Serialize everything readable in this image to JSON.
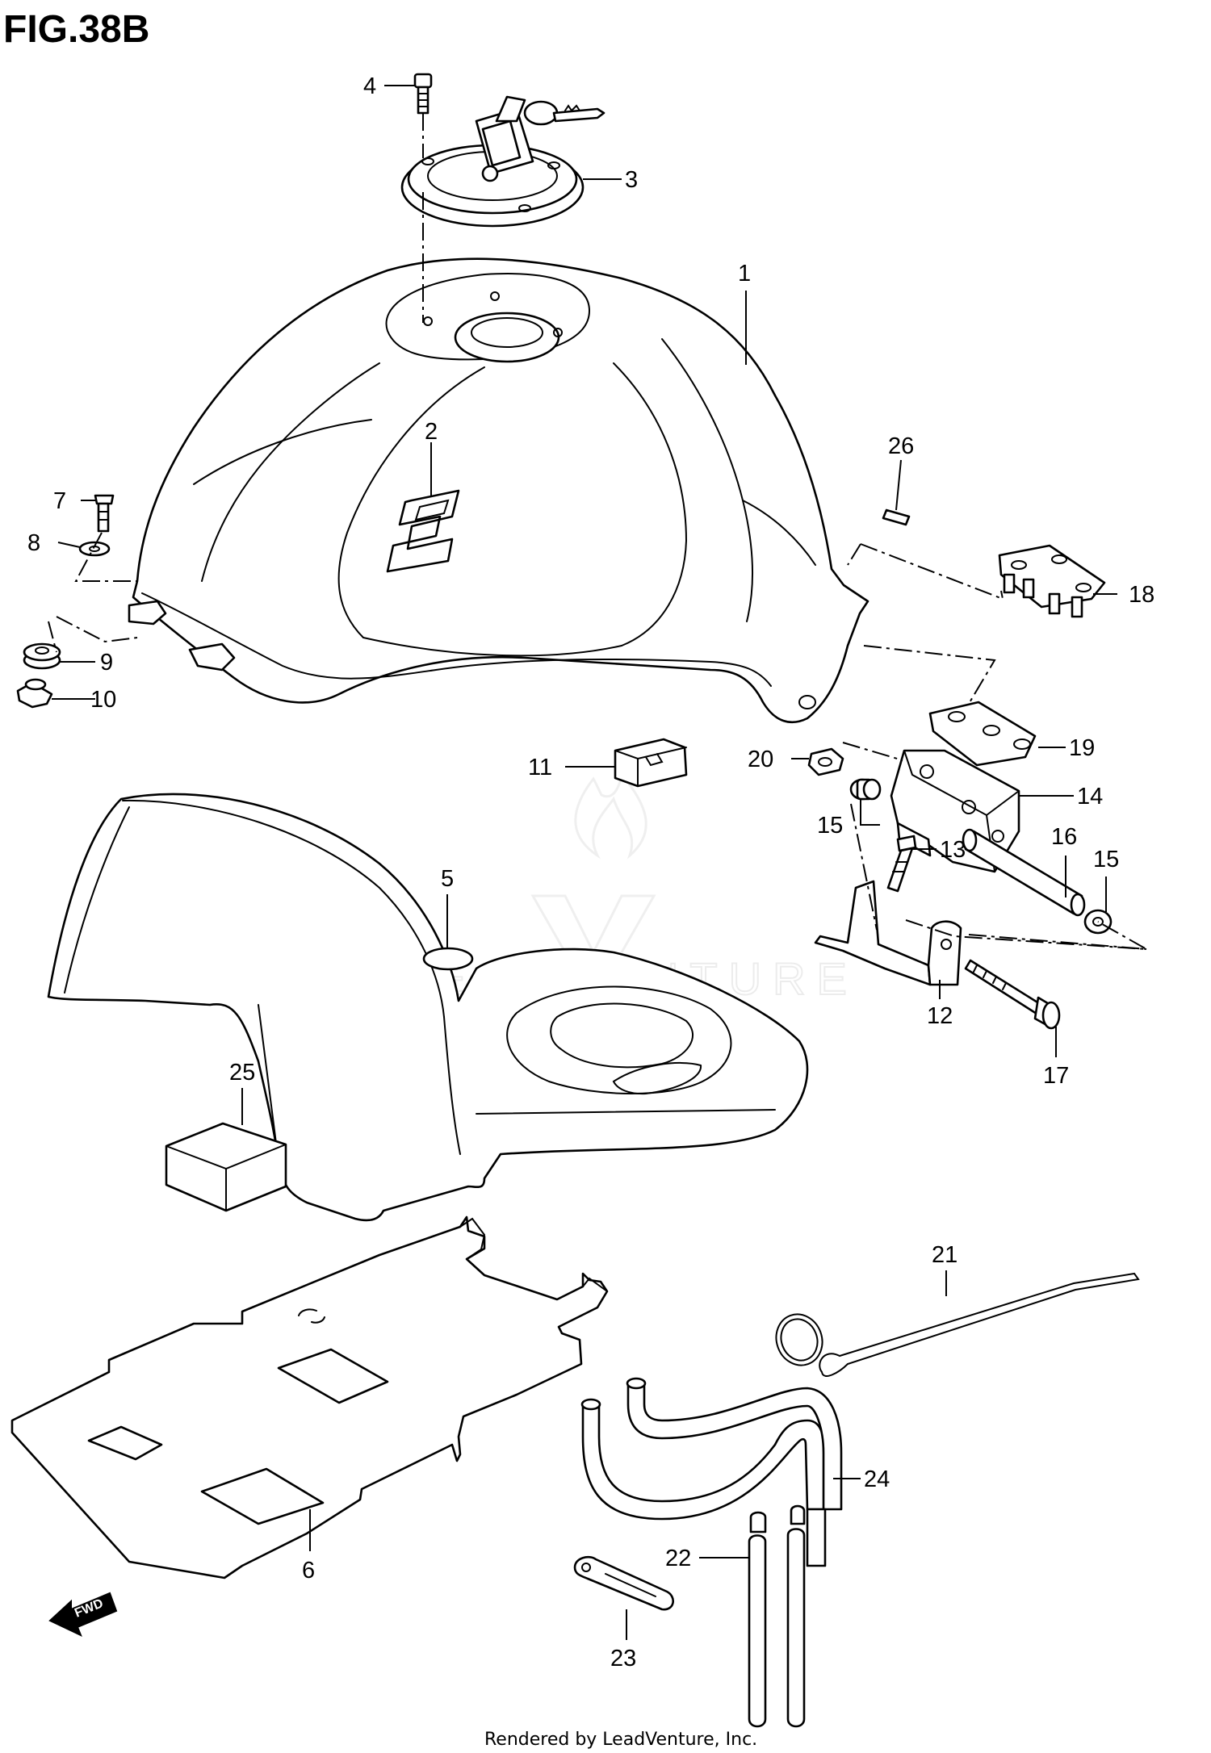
{
  "figure": {
    "title": "FIG.38B",
    "footer": "Rendered by LeadVenture, Inc.",
    "watermark": "LEADVENTURE",
    "fwd_label": "FWD"
  },
  "callouts": [
    {
      "id": "c1",
      "label": "1"
    },
    {
      "id": "c2",
      "label": "2"
    },
    {
      "id": "c3",
      "label": "3"
    },
    {
      "id": "c4",
      "label": "4"
    },
    {
      "id": "c5",
      "label": "5"
    },
    {
      "id": "c6",
      "label": "6"
    },
    {
      "id": "c7",
      "label": "7"
    },
    {
      "id": "c8",
      "label": "8"
    },
    {
      "id": "c9",
      "label": "9"
    },
    {
      "id": "c10",
      "label": "10"
    },
    {
      "id": "c11",
      "label": "11"
    },
    {
      "id": "c12",
      "label": "12"
    },
    {
      "id": "c13",
      "label": "13"
    },
    {
      "id": "c14",
      "label": "14"
    },
    {
      "id": "c15a",
      "label": "15"
    },
    {
      "id": "c15b",
      "label": "15"
    },
    {
      "id": "c16",
      "label": "16"
    },
    {
      "id": "c17",
      "label": "17"
    },
    {
      "id": "c18",
      "label": "18"
    },
    {
      "id": "c19",
      "label": "19"
    },
    {
      "id": "c20",
      "label": "20"
    },
    {
      "id": "c21",
      "label": "21"
    },
    {
      "id": "c22",
      "label": "22"
    },
    {
      "id": "c23",
      "label": "23"
    },
    {
      "id": "c24",
      "label": "24"
    },
    {
      "id": "c25",
      "label": "25"
    },
    {
      "id": "c26",
      "label": "26"
    }
  ]
}
